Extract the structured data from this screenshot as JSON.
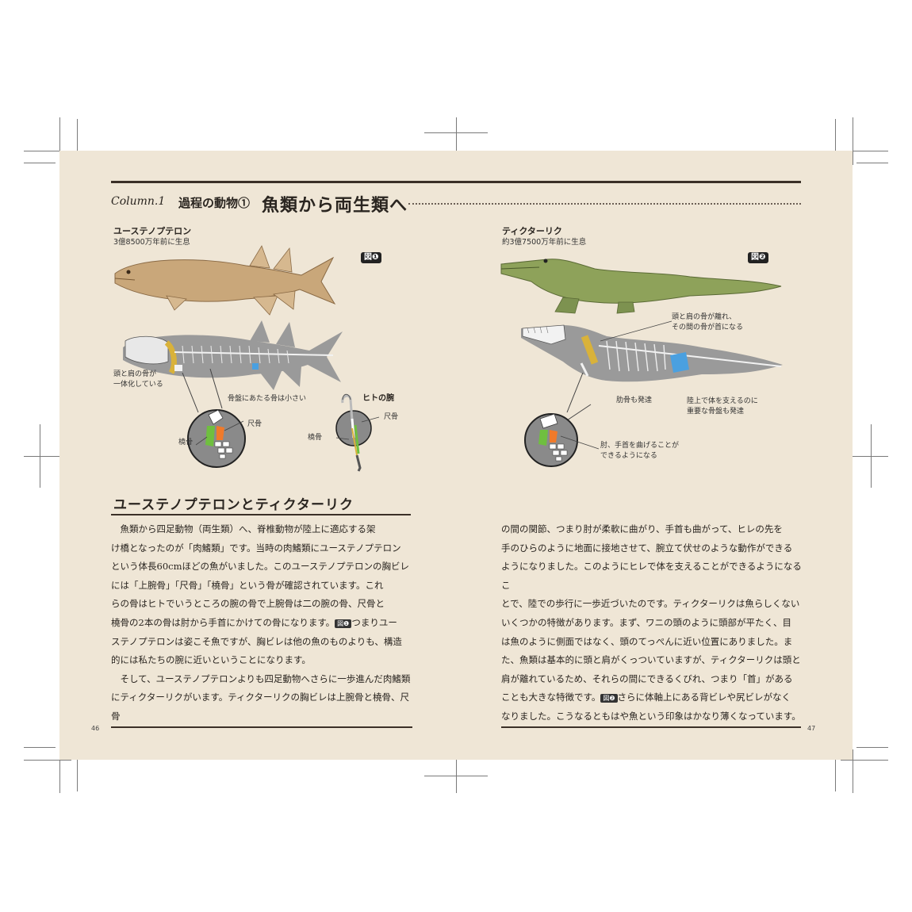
{
  "header": {
    "column_label": "Column.1",
    "subtitle": "過程の動物①",
    "title": "魚類から両生類へ"
  },
  "left_specimen": {
    "name": "ユーステノプテロン",
    "era": "3億8500万年前に生息",
    "figure_badge": "図❶",
    "notes": {
      "head_shoulder": [
        "頭と肩の骨が",
        "一体化している"
      ],
      "pelvis": "骨盤にあたる骨は小さい",
      "ulna": "尺骨",
      "radius": "橈骨"
    }
  },
  "human_arm": {
    "title": "ヒトの腕",
    "ulna": "尺骨",
    "radius": "橈骨"
  },
  "right_specimen": {
    "name": "ティクターリク",
    "era": "約3億7500万年前に生息",
    "figure_badge": "図❷",
    "notes": {
      "neck": [
        "頭と肩の骨が離れ、",
        "その間の骨が首になる"
      ],
      "ribs": "肋骨も発達",
      "pelvis": [
        "陸上で体を支えるのに",
        "重要な骨盤も発達"
      ],
      "elbow": [
        "肘、手首を曲げることが",
        "できるようになる"
      ]
    }
  },
  "section": {
    "title": "ユーステノプテロンとティクターリク"
  },
  "left_body": {
    "p1": [
      "魚類から四足動物（両生類）へ、脊椎動物が陸上に適応する架",
      "け橋となったのが「肉鰭類」です。当時の肉鰭類にユーステノプテロン",
      "という体長60cmほどの魚がいました。このユーステノプテロンの胸ビレ",
      "には「上腕骨」「尺骨」「橈骨」という骨が確認されています。これ",
      "らの骨はヒトでいうところの腕の骨で上腕骨は二の腕の骨、尺骨と",
      "橈骨の2本の骨は肘から手首にかけての骨になります。",
      "つまりユー",
      "ステノプテロンは姿こそ魚ですが、胸ビレは他の魚のものよりも、構造",
      "的には私たちの腕に近いということになります。"
    ],
    "p1_badge": "図❶",
    "p2": [
      "そして、ユーステノプテロンよりも四足動物へさらに一歩進んだ肉鰭類",
      "にティクターリクがいます。ティクターリクの胸ビレは上腕骨と橈骨、尺骨"
    ]
  },
  "right_body": {
    "lines": [
      "の間の関節、つまり肘が柔軟に曲がり、手首も曲がって、ヒレの先を",
      "手のひらのように地面に接地させて、腕立て伏せのような動作ができる",
      "ようになりました。このようにヒレで体を支えることができるようになるこ",
      "とで、陸での歩行に一歩近づいたのです。ティクターリクは魚らしくない",
      "いくつかの特徴があります。まず、ワニの頭のように頭部が平たく、目",
      "は魚のように側面ではなく、頭のてっぺんに近い位置にありました。ま",
      "た、魚類は基本的に頭と肩がくっついていますが、ティクターリクは頭と",
      "肩が離れているため、それらの間にできるくびれ、つまり「首」がある",
      "ことも大きな特徴です。",
      "さらに体軸上にある背ビレや尻ビレがなく",
      "なりました。こうなるともはや魚という印象はかなり薄くなっています。"
    ],
    "badge": "図❷"
  },
  "pages": {
    "left": "46",
    "right": "47"
  },
  "colors": {
    "paper": "#efe6d6",
    "fish_tan": "#c9a77a",
    "tiktaalik_green": "#8ea25a",
    "skeleton_gray": "#9a9a9a",
    "bone_green": "#6fbf3f",
    "bone_orange": "#f07a2a",
    "bone_yellow": "#d9b23a",
    "bone_blue": "#4aa0e0"
  }
}
